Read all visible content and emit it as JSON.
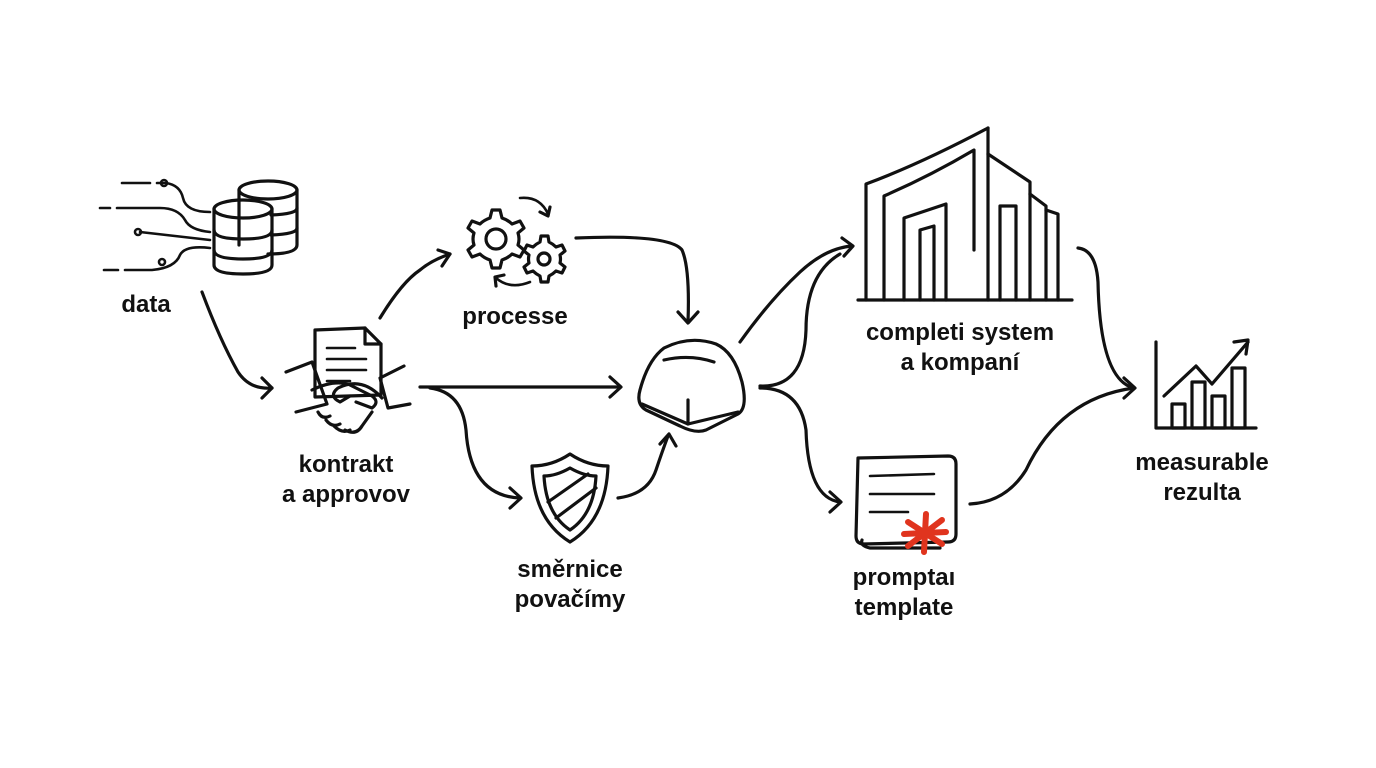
{
  "nodes": {
    "data": {
      "label": "data"
    },
    "contract": {
      "line1": "kontrakt",
      "line2": "a approvov"
    },
    "processes": {
      "label": "processe"
    },
    "guidelines": {
      "line1": "směrnice",
      "line2": "povačímy"
    },
    "system": {
      "line1": "completi system",
      "line2": "a kompaní"
    },
    "prompt": {
      "line1": "promptaı",
      "line2": "template"
    },
    "results": {
      "line1": "measurable",
      "line2": "rezulta"
    }
  },
  "colors": {
    "ink": "#111111",
    "accent": "#e0341e",
    "background": "#ffffff"
  },
  "icons": {
    "data": "database-icon",
    "contract": "handshake-document-icon",
    "processes": "gears-icon",
    "guidelines": "shield-icon",
    "core": "key-block-icon",
    "system": "building-icon",
    "prompt": "certificate-icon",
    "results": "bar-chart-icon"
  }
}
